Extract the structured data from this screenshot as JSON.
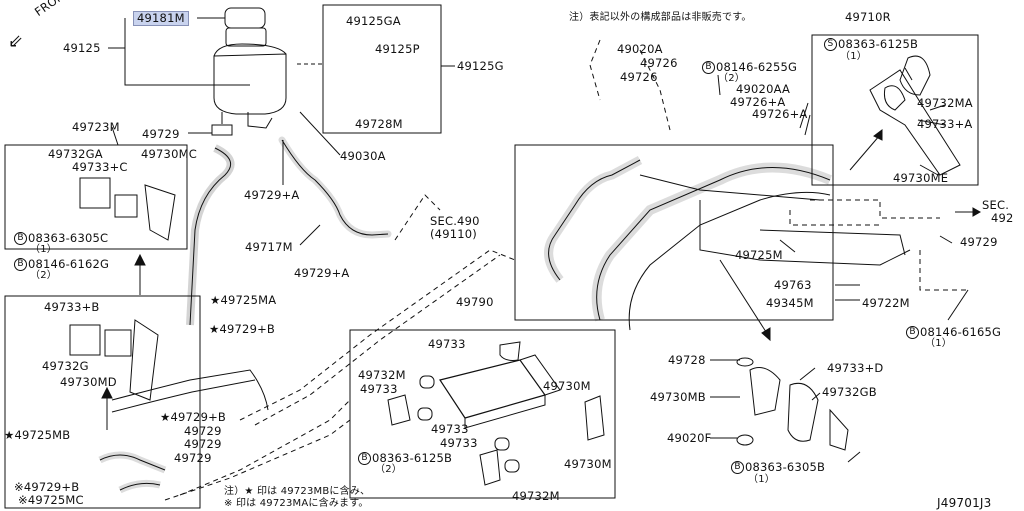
{
  "note_top": "注）表記以外の構成部品は非販売です。",
  "note_bottom": [
    "注）★ 印は 49723MBに含み、",
    "※ 印は 49723MAに含みます。"
  ],
  "diagram_code": "J49701J3",
  "front_label": "FRONT",
  "sec_490": "SEC.490",
  "sec_490_sub": "(49110)",
  "sec_492": "SEC.",
  "sec_492_num": "492",
  "callouts": {
    "c49181M": "49181M",
    "c49125": "49125",
    "c49125GA": "49125GA",
    "c49125P": "49125P",
    "c49125G": "49125G",
    "c49728M": "49728M",
    "c49723M": "49723M",
    "c49729_a": "49729",
    "c49030A": "49030A",
    "c49732GA": "49732GA",
    "c49730MC": "49730MC",
    "c49733C": "49733+C",
    "b08363_6305C": "08363-6305C",
    "q1_a": "（1）",
    "b08146_6162G": "08146-6162G",
    "q2_a": "（2）",
    "c49729A_1": "49729+A",
    "c49717M": "49717M",
    "c49729A_2": "49729+A",
    "c49725MA": "★49725MA",
    "c49729B_1": "★49729+B",
    "c49733B": "49733+B",
    "c49732G": "49732G",
    "c49730MD": "49730MD",
    "c49725MB": "★49725MB",
    "c49729B_2": "★49729+B",
    "c49729_b": "49729",
    "c49729_c": "49729",
    "c49729_d": "49729",
    "c49729B_3": "※49729+B",
    "c49725MC": "※49725MC",
    "c49790": "49790",
    "c49733_a": "49733",
    "c49732M_a": "49732M",
    "c49730M_a": "49730M",
    "c49733_b": "49733",
    "c49733_c": "49733",
    "c49733_d": "49733",
    "c49730M_b": "49730M",
    "b08363_6125B_a": "08363-6125B",
    "q2_b": "（2）",
    "c49732M_b": "49732M",
    "c49020A": "49020A",
    "c49726_a": "49726",
    "c49726_b": "49726",
    "b08146_6255G": "08146-6255G",
    "q2_c": "（2）",
    "c49020AA": "49020AA",
    "c49726A_1": "49726+A",
    "c49726A_2": "49726+A",
    "c49710R": "49710R",
    "s08363_6125B": "08363-6125B",
    "q1_b": "（1）",
    "c49732MA": "49732MA",
    "c49733A": "49733+A",
    "c49730ME": "49730ME",
    "c49729_e": "49729",
    "c49725M": "49725M",
    "c49763": "49763",
    "c49345M": "49345M",
    "c49722M": "49722M",
    "b08146_6165G": "08146-6165G",
    "q1_c": "（1）",
    "c49728": "49728",
    "c49730MB": "49730MB",
    "c49020F": "49020F",
    "c49733D": "49733+D",
    "c49732GB": "49732GB",
    "b08363_6305B": "08363-6305B",
    "q1_d": "（1）"
  }
}
